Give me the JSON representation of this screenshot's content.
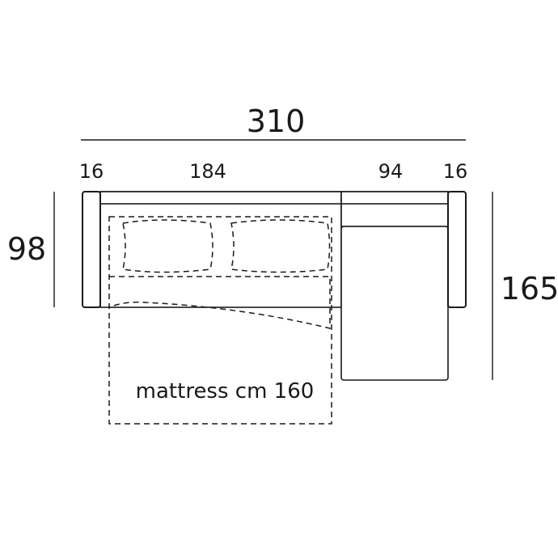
{
  "dimensions": {
    "total_width": "310",
    "left_arm": "16",
    "main_section": "184",
    "chaise_width": "94",
    "right_arm": "16",
    "depth_main": "98",
    "depth_chaise": "165"
  },
  "mattress_label": "mattress cm 160"
}
